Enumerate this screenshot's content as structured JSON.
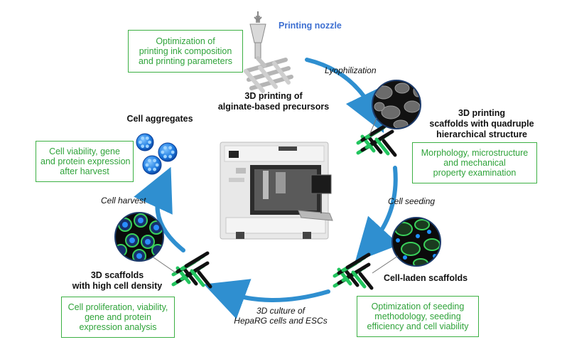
{
  "printing_nozzle": "Printing nozzle",
  "boxes": {
    "optimization_ink": [
      "Optimization of",
      "printing ink composition",
      "and printing parameters"
    ],
    "morphology": [
      "Morphology, microstructure",
      "and mechanical",
      "property examination"
    ],
    "seeding": [
      "Optimization of seeding",
      "methodology, seeding",
      "efficiency and cell viability"
    ],
    "proliferation": [
      "Cell proliferation, viability,",
      "gene and protein",
      "expression analysis"
    ],
    "viability_harvest": [
      "Cell viability, gene",
      "and protein expression",
      "after harvest"
    ]
  },
  "labels": {
    "printing_precursors": [
      "3D printing of",
      "alginate-based precursors"
    ],
    "quadruple": [
      "3D printing",
      "scaffolds with quadruple",
      "hierarchical structure"
    ],
    "cell_laden": [
      "Cell-laden scaffolds"
    ],
    "high_density": [
      "3D scaffolds",
      "with high cell density"
    ],
    "aggregates": [
      "Cell aggregates"
    ]
  },
  "steps": {
    "lyophilization": [
      "Lyophilization"
    ],
    "cell_seeding": [
      "Cell seeding"
    ],
    "culture": [
      "3D culture of",
      "HepaRG cells and ESCs"
    ],
    "cell_harvest": [
      "Cell harvest"
    ]
  },
  "colors": {
    "cycle_arrow": "#2f8fd0",
    "box_border": "#3cb043",
    "box_text": "#2fa33a",
    "nozzle_text": "#3d6fd1",
    "scaffold_green": "#22c55e",
    "cell_blue": "#1e7be0"
  }
}
